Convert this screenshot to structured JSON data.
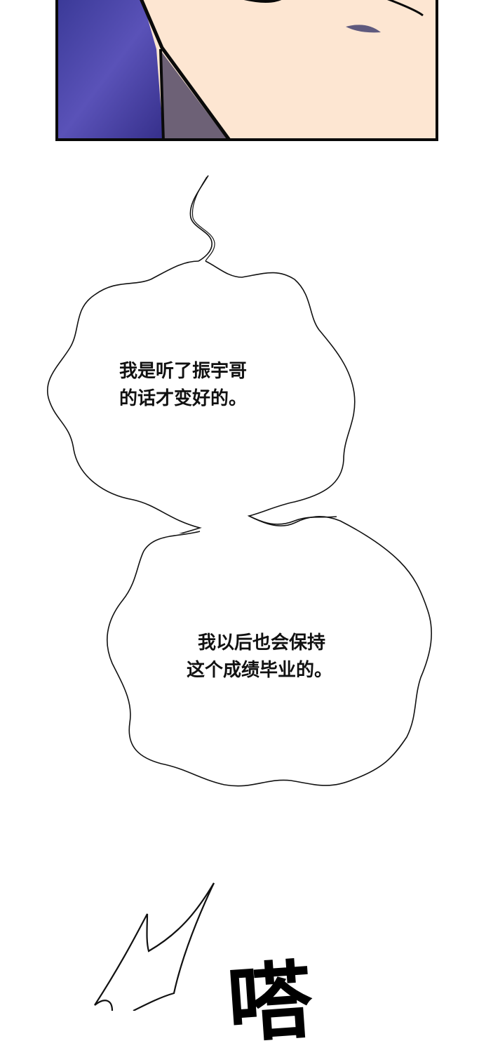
{
  "page": {
    "type": "webcomic-page",
    "background": "#ffffff"
  },
  "panel_top": {
    "colors": {
      "skin": "#fde6d2",
      "shirt": "#4a45a8",
      "shadow": "#6d6176",
      "outline": "#0a0a0a",
      "mark": "#5f5a7e"
    }
  },
  "bubbles": [
    {
      "id": "thought-1",
      "lines": [
        "我是听了振宇哥",
        "的话才变好的。"
      ]
    },
    {
      "id": "thought-2",
      "lines": [
        "我以后也会保持",
        "这个成绩毕业的。"
      ]
    }
  ],
  "sfx": {
    "text": "嗒"
  }
}
